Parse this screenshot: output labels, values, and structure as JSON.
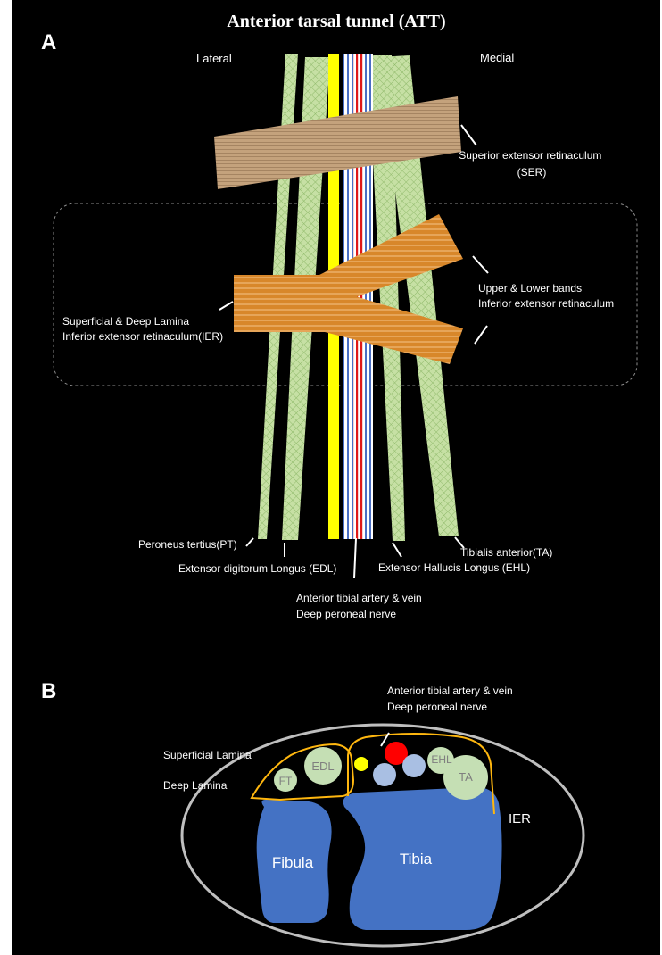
{
  "title": "Anterior tarsal tunnel (ATT)",
  "panel_a": {
    "letter": "A",
    "lateral": "Lateral",
    "medial": "Medial",
    "ser": {
      "line1": "Superior extensor retinaculum",
      "line2": "(SER)"
    },
    "ier_bands": {
      "line1": "Upper & Lower bands",
      "line2": "Inferior extensor retinaculum"
    },
    "ier_lamina": {
      "line1": "Superficial & Deep Lamina",
      "line2": "Inferior extensor retinaculum(IER)"
    },
    "pt": "Peroneus tertius(PT)",
    "edl": "Extensor digitorum Longus  (EDL)",
    "ehl": "Extensor Hallucis Longus (EHL)",
    "ta": "Tibialis anterior(TA)",
    "neurovascular": {
      "line1": "Anterior tibial artery & vein",
      "line2": "Deep peroneal nerve"
    }
  },
  "panel_b": {
    "letter": "B",
    "neurovascular": {
      "line1": "Anterior tibial artery & vein",
      "line2": "Deep peroneal nerve"
    },
    "superficial_lamina": "Superficial Lamina",
    "deep_lamina": "Deep Lamina",
    "ft": "FT",
    "edl": "EDL",
    "ehl": "EHL",
    "ta": "TA",
    "ier": "IER",
    "fibula": "Fibula",
    "tibia": "Tibia"
  },
  "colors": {
    "background": "#000000",
    "tendon": "#c6e0a4",
    "nerve": "#ffff00",
    "artery": "#ff0000",
    "vein": "#a9bfe3",
    "bone": "#4472c4",
    "ser_band": "#c4a27c",
    "ier_band": "#d8872a",
    "retinaculum_outline": "#ffb70f",
    "ellipse": "#bfbfbf",
    "text": "#ffffff"
  }
}
